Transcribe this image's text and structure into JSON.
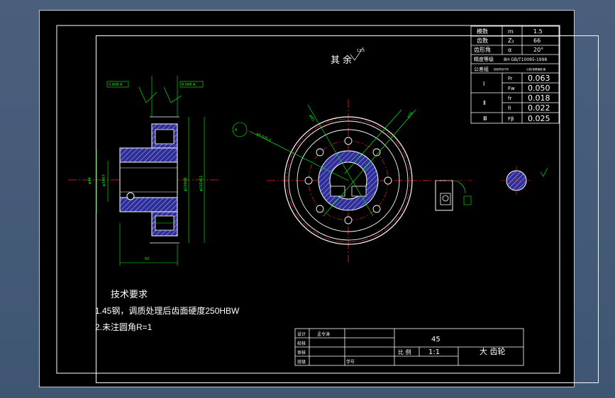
{
  "drawing": {
    "roughness_note": "其 余",
    "roughness_value": "12.5",
    "tech_title": "技术要求",
    "tech_line1": "1.45钢，调质处理后齿面硬度250HBW",
    "tech_line2": "2.未注圆角R=1"
  },
  "params": {
    "rows": [
      {
        "label": "模数",
        "sym": "m",
        "val": "1.5"
      },
      {
        "label": "齿数",
        "sym": "Z₂",
        "val": "66"
      },
      {
        "label": "齿形角",
        "sym": "α",
        "val": "20°"
      }
    ],
    "grade_label": "精度等级",
    "grade_val": "8H GB/T10095-1998",
    "group_label": "公差组",
    "group_head2": "检验项目代号",
    "group_head3": "公差(极限偏差)值",
    "tol": [
      {
        "group": "Ⅰ",
        "sym": "Fr",
        "val": "0.063"
      },
      {
        "group": "",
        "sym": "Fw",
        "val": "0.050"
      },
      {
        "group": "Ⅱ",
        "sym": "fr",
        "val": "0.018"
      },
      {
        "group": "",
        "sym": "fi",
        "val": "0.022"
      },
      {
        "group": "Ⅲ",
        "sym": "Fβ",
        "val": "0.025"
      }
    ]
  },
  "title_block": {
    "design_label": "设计",
    "designer": "孟令涛",
    "check_label": "校核",
    "review_label": "审核",
    "class_label": "班级",
    "id_label": "学号",
    "material": "45",
    "scale_label": "比 例",
    "scale": "1:1",
    "part_name": "大 齿轮"
  },
  "colors": {
    "line": "#ffffff",
    "center": "#ff2020",
    "dim": "#00ff00",
    "hatch": "#3a3aa8",
    "cyan": "#00ffff"
  }
}
